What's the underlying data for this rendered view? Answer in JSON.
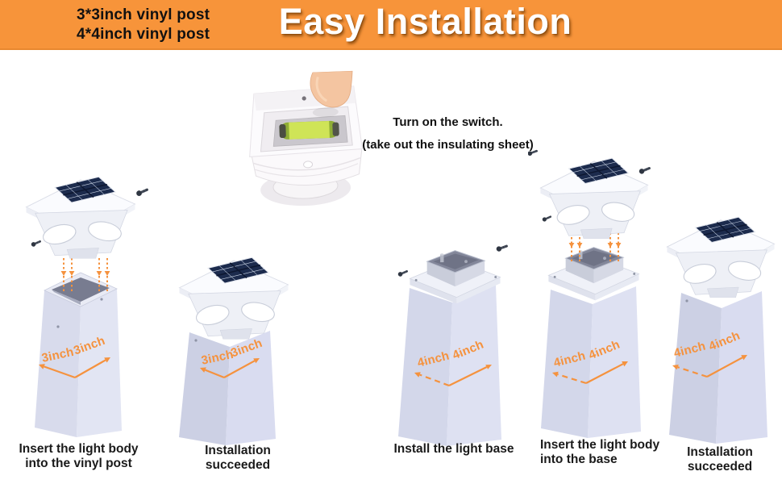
{
  "header": {
    "size_note_line1": "3*3inch vinyl post",
    "size_note_line2": "4*4inch vinyl post",
    "title": "Easy Installation"
  },
  "switch_note": {
    "line1": "Turn on the switch.",
    "line2": "(take out the insulating sheet)"
  },
  "steps": [
    {
      "caption_line1": "Insert the light body",
      "caption_line2": "into the vinyl post",
      "dim_left": "3inch",
      "dim_right": "3inch"
    },
    {
      "caption_line1": "Installation succeeded",
      "caption_line2": "",
      "dim_left": "3inch",
      "dim_right": "3inch"
    },
    {
      "caption_line1": "Install the light base",
      "caption_line2": "",
      "dim_left": "4inch",
      "dim_right": "4inch"
    },
    {
      "caption_line1": "Insert the light body",
      "caption_line2": "into the base",
      "dim_left": "4inch",
      "dim_right": "4inch"
    },
    {
      "caption_line1": "Installation succeeded",
      "caption_line2": "",
      "dim_left": "4inch",
      "dim_right": "4inch"
    }
  ],
  "colors": {
    "banner": "#F7943A",
    "accent_orange": "#F5923E",
    "solar_panel": "#1C2B4D",
    "post_face_light": "#DEE1F2",
    "post_face_dark": "#D3D7EA",
    "battery_green": "#A8C93F"
  },
  "icons": {
    "finger": "hand-finger-shape",
    "battery": "green-rechargeable-battery",
    "screw": "mounting-screw",
    "solar_panel": "solar-panel-grid",
    "insert_arrows": "orange-dashed-down-arrows",
    "dimension_arrow": "orange-dimension-arrow"
  }
}
